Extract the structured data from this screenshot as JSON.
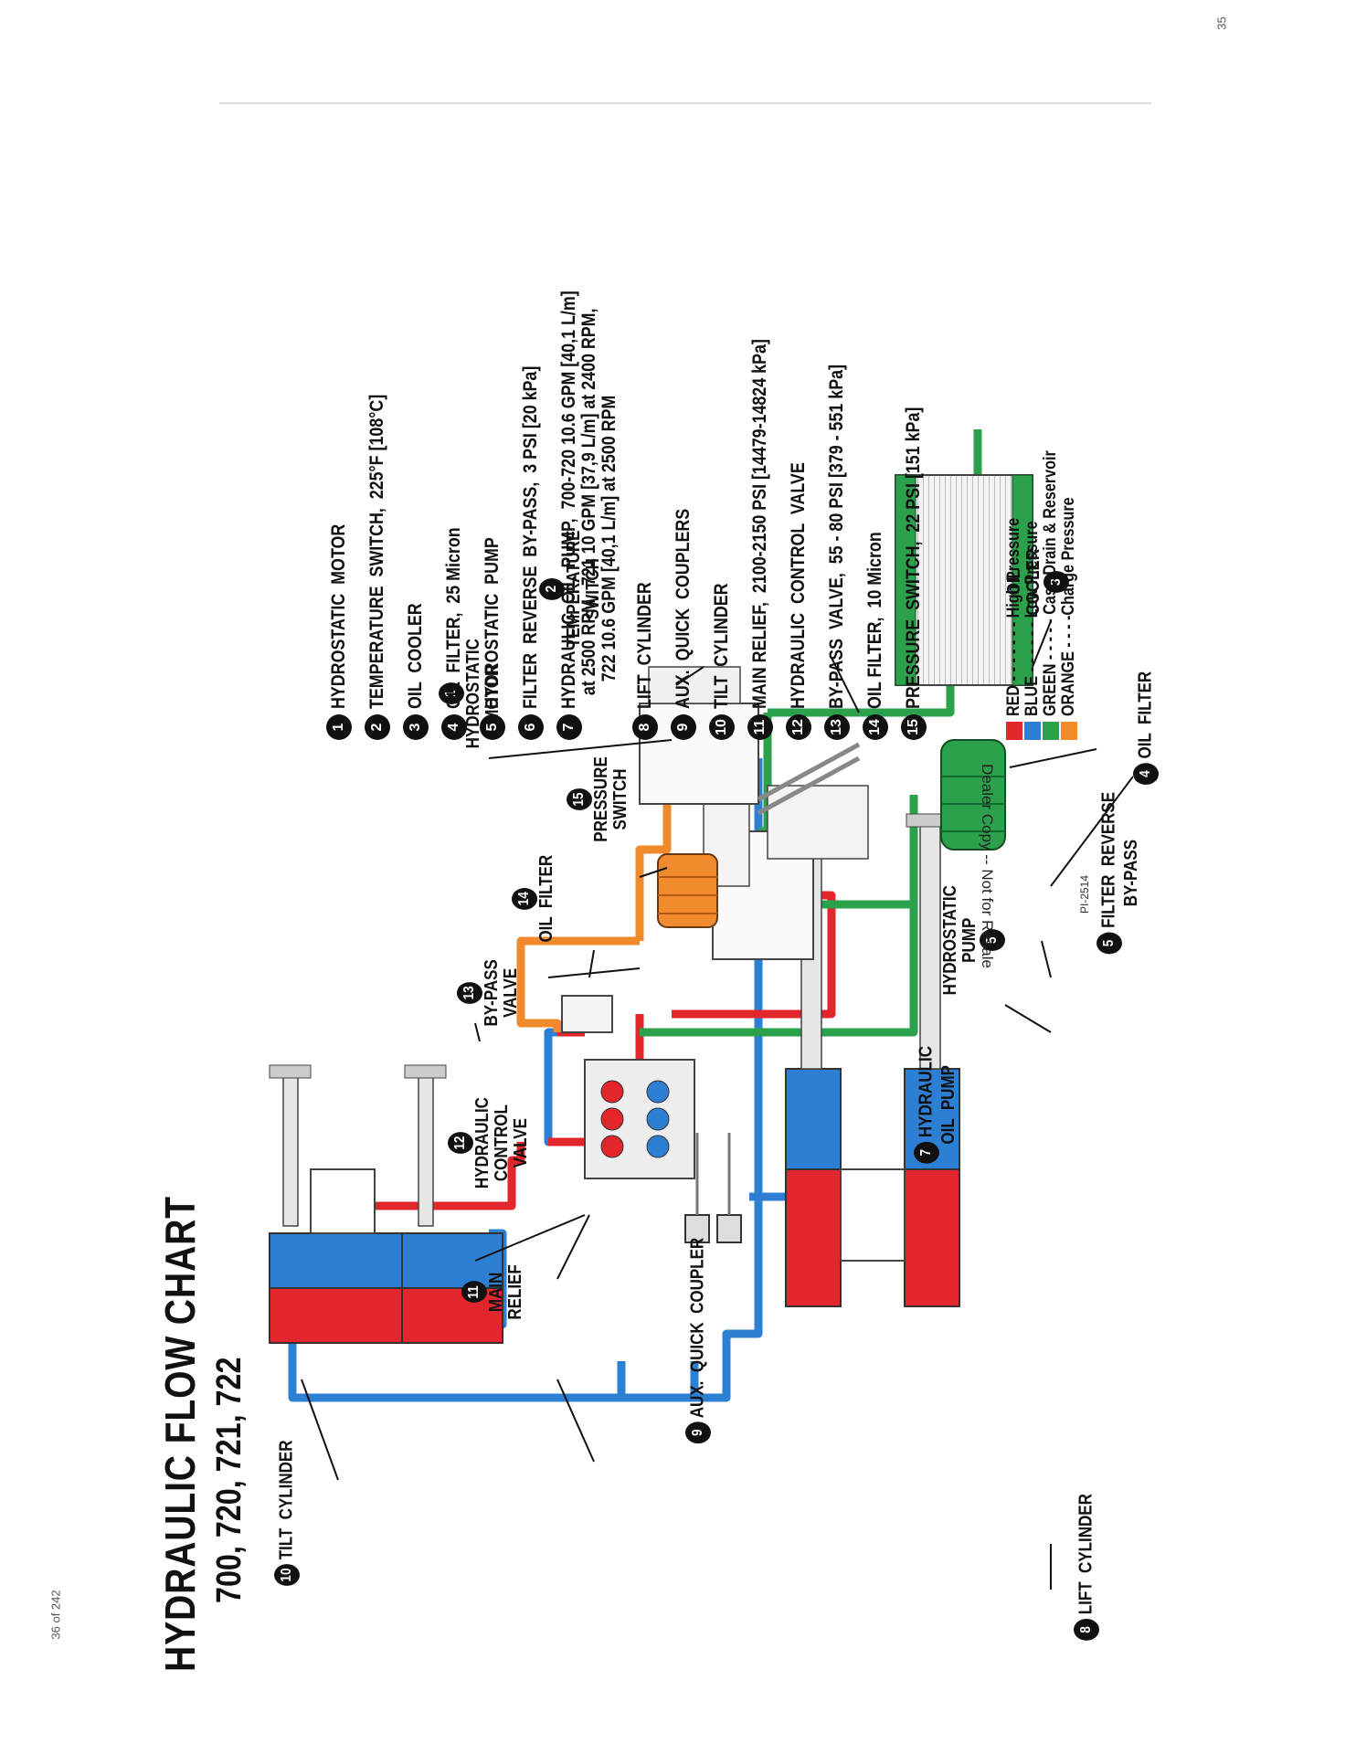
{
  "page": {
    "sheet_number": "35",
    "page_of": "36 of 242"
  },
  "title": {
    "line1": "HYDRAULIC FLOW CHART",
    "line2": "700, 720, 721, 722"
  },
  "drawing_number": "PI-2514",
  "watermark": "Dealer Copy -- Not for Resale",
  "callouts": [
    {
      "n": "1",
      "text": "HYDROSTATIC\nMOTOR"
    },
    {
      "n": "2",
      "text": "TEMPERATURE\nSWITCH"
    },
    {
      "n": "3",
      "text": "OIL\nCOOLER"
    },
    {
      "n": "4",
      "text": "OIL  FILTER"
    },
    {
      "n": "5",
      "text": "FILTER  REVERSE\nBY-PASS"
    },
    {
      "n": "5",
      "text": "HYDROSTATIC\nPUMP"
    },
    {
      "n": "7",
      "text": "HYDRAULIC\nOIL  PUMP"
    },
    {
      "n": "8",
      "text": "LIFT  CYLINDER"
    },
    {
      "n": "9",
      "text": "AUX.  QUICK  COUPLER"
    },
    {
      "n": "10",
      "text": "TILT  CYLINDER"
    },
    {
      "n": "11",
      "text": "MAIN\nRELIEF"
    },
    {
      "n": "12",
      "text": "HYDRAULIC\nCONTROL\nVALVE"
    },
    {
      "n": "13",
      "text": "BY-PASS\nVALVE"
    },
    {
      "n": "14",
      "text": "OIL  FILTER"
    },
    {
      "n": "15",
      "text": "PRESSURE\nSWITCH"
    }
  ],
  "parts_list": [
    {
      "n": "1",
      "text": "HYDROSTATIC  MOTOR"
    },
    {
      "n": "2",
      "text": "TEMPERATURE  SWITCH,  225°F [108°C]"
    },
    {
      "n": "3",
      "text": "OIL  COOLER"
    },
    {
      "n": "4",
      "text": "OIL  FILTER,  25 Micron"
    },
    {
      "n": "5",
      "text": "HYDROSTATIC  PUMP"
    },
    {
      "n": "6",
      "text": "FILTER  REVERSE  BY-PASS,  3 PSI [20 kPa]"
    },
    {
      "n": "7",
      "text": "HYDRAULIC  OIL  PUMP,  700-720 10.6 GPM [40,1 L/m]\n   at 2500 RPM,  721 10 GPM [37,9 L/m] at 2400 RPM,\n      722 10.6 GPM [40,1 L/m] at 2500 RPM"
    },
    {
      "n": "8",
      "text": "LIFT  CYLINDER"
    },
    {
      "n": "9",
      "text": "AUX.  QUICK  COUPLERS"
    },
    {
      "n": "10",
      "text": "TILT  CYLINDER"
    },
    {
      "n": "11",
      "text": "MAIN RELIEF,  2100-2150 PSI [14479-14824 kPa]"
    },
    {
      "n": "12",
      "text": "HYDRAULIC  CONTROL  VALVE"
    },
    {
      "n": "13",
      "text": "BY-PASS  VALVE,  55 - 80 PSI [379 - 551 kPa]"
    },
    {
      "n": "14",
      "text": "OIL FILTER,  10 Micron"
    },
    {
      "n": "15",
      "text": "PRESSURE  SWITCH,  22 PSI [151 kPa]"
    }
  ],
  "legend": [
    {
      "label": "RED - - - - - - - High Pressure",
      "color": "#e3262b"
    },
    {
      "label": "BLUE - - - - - - Low Pressure",
      "color": "#2d7fd3"
    },
    {
      "label": "GREEN - - - - - Case Drain & Reservoir",
      "color": "#2aa14a"
    },
    {
      "label": "ORANGE - - - -Charge Pressure",
      "color": "#f08a2c"
    }
  ],
  "colors": {
    "high": "#e3262b",
    "low": "#2d7fd3",
    "drain": "#2aa14a",
    "charge": "#f08a2c"
  }
}
